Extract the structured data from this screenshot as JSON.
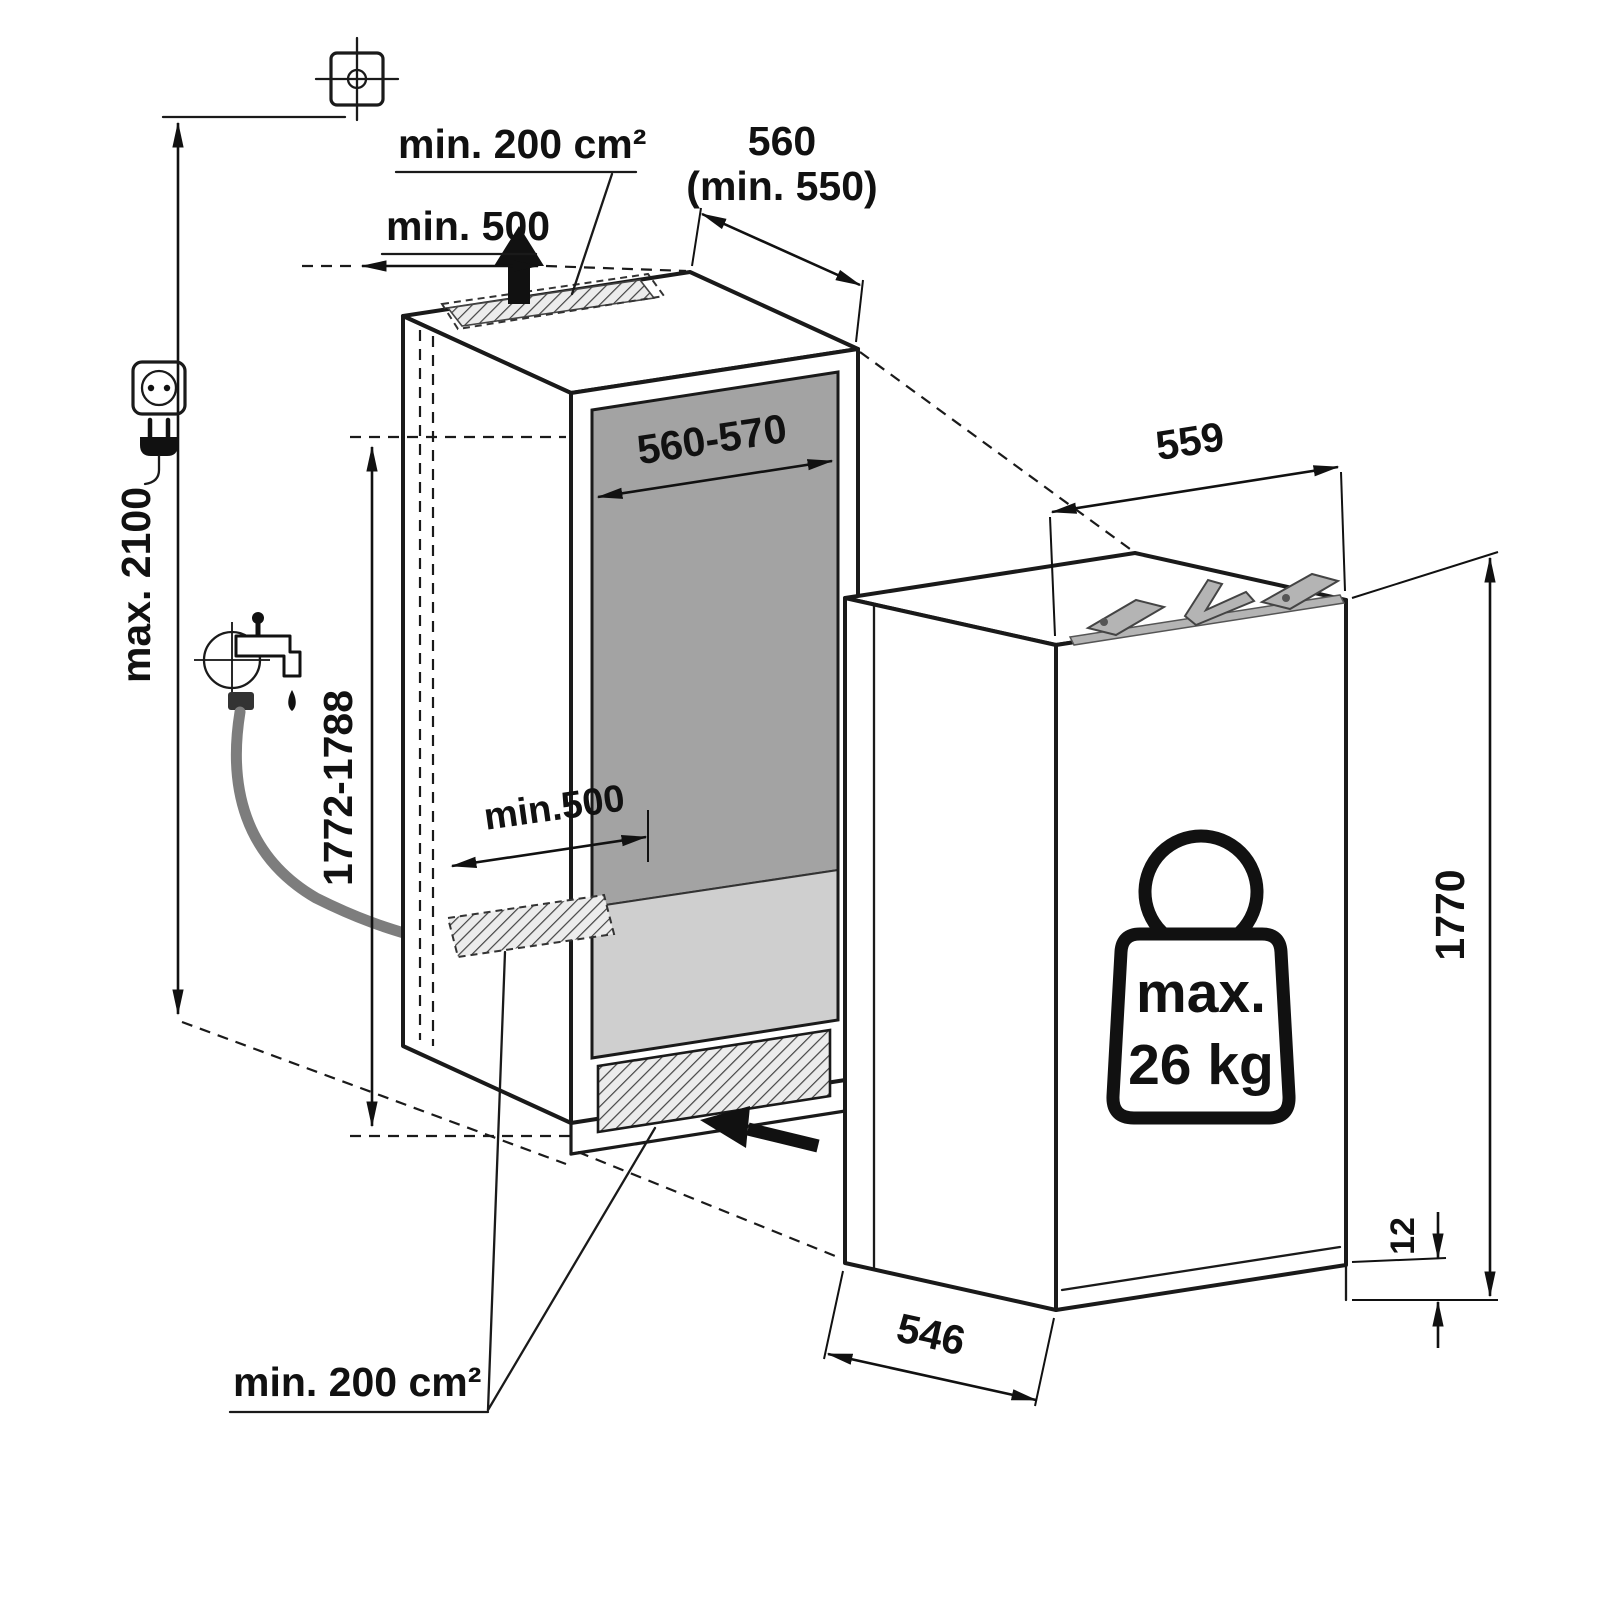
{
  "colors": {
    "interior_back": "#a3a3a3",
    "interior_floor": "#cfcfcf",
    "hose": "#7d7d7d",
    "hardware": "#b4b4b4"
  },
  "niche": {
    "top_vent_label": "min. 200 cm²",
    "top_clearance_label": "min. 500",
    "depth_label_line1": "560",
    "depth_label_line2": "(min. 550)",
    "width_label": "560-570",
    "height_label": "1772-1788",
    "ceiling_height_label": "max. 2100",
    "floor_clearance_label": "min.500",
    "bottom_vent_label": "min. 200 cm²"
  },
  "appliance": {
    "width_label": "559",
    "height_label": "1770",
    "base_height_label": "12",
    "depth_label": "546",
    "weight_label_line1": "max.",
    "weight_label_line2": "26 kg"
  }
}
